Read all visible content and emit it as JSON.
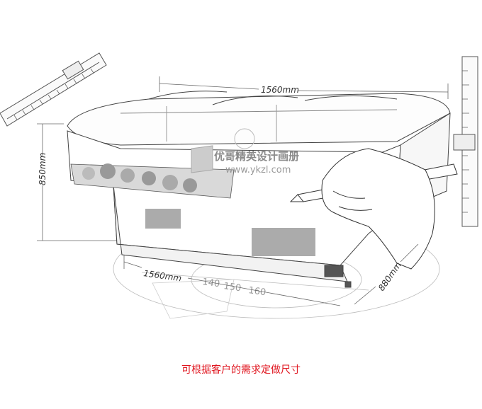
{
  "dimensions": {
    "length_top": "1560mm",
    "height_side": "850mm",
    "length_bottom": "1560mm",
    "depth": "880mm"
  },
  "watermark": {
    "brand": "优哥精英设计画册",
    "url": "www.ykzl.com"
  },
  "protractor_labels": [
    "140",
    "150",
    "160"
  ],
  "caption": "可根据客户的需求定做尺寸"
}
